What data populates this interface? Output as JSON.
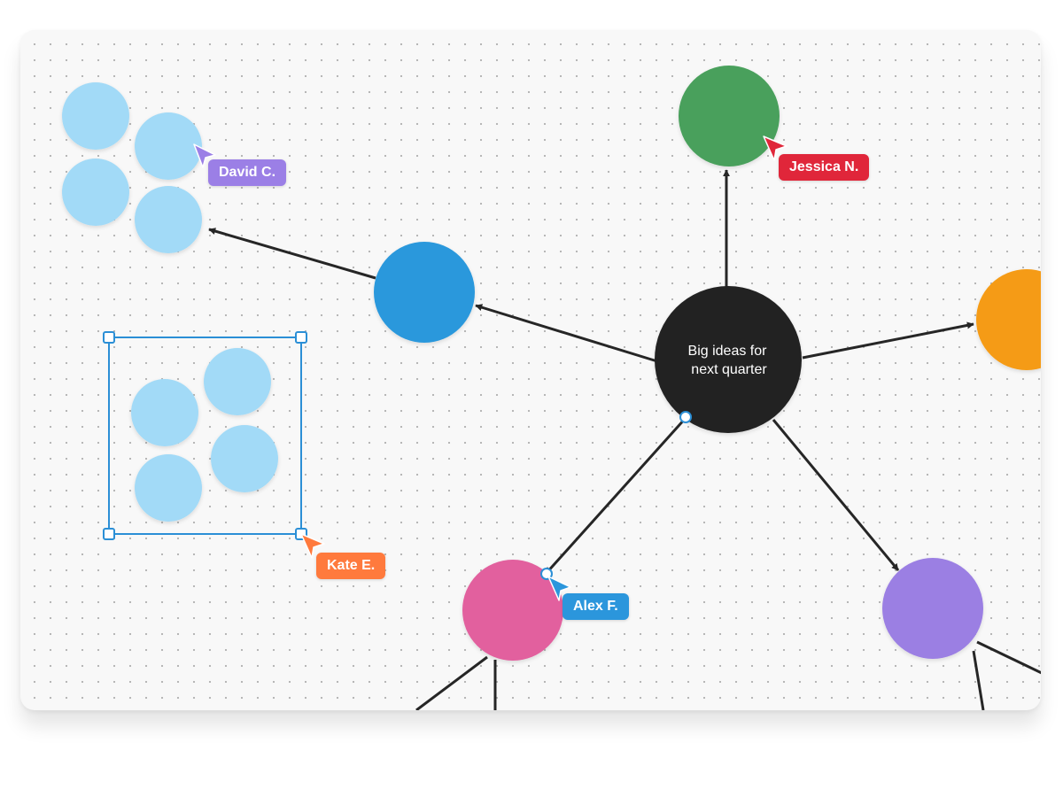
{
  "central_node": {
    "line1": "Big ideas for",
    "line2": "next quarter"
  },
  "collaborators": [
    {
      "name": "David C.",
      "color": "#9b7fe6",
      "icon": "cursor-arrow-icon"
    },
    {
      "name": "Jessica N.",
      "color": "#e0263a",
      "icon": "cursor-arrow-icon"
    },
    {
      "name": "Kate E.",
      "color": "#ff7a3d",
      "icon": "cursor-arrow-icon"
    },
    {
      "name": "Alex F.",
      "color": "#2b96dc",
      "icon": "cursor-arrow-icon"
    }
  ],
  "colors": {
    "central": "#222222",
    "blue": "#2b98dc",
    "green": "#49a05b",
    "orange": "#f59b14",
    "pink": "#e2609e",
    "purple": "#9b7fe3",
    "light_blue": "#a2daf7",
    "selection": "#2b8fd6",
    "connector": "#262626"
  }
}
